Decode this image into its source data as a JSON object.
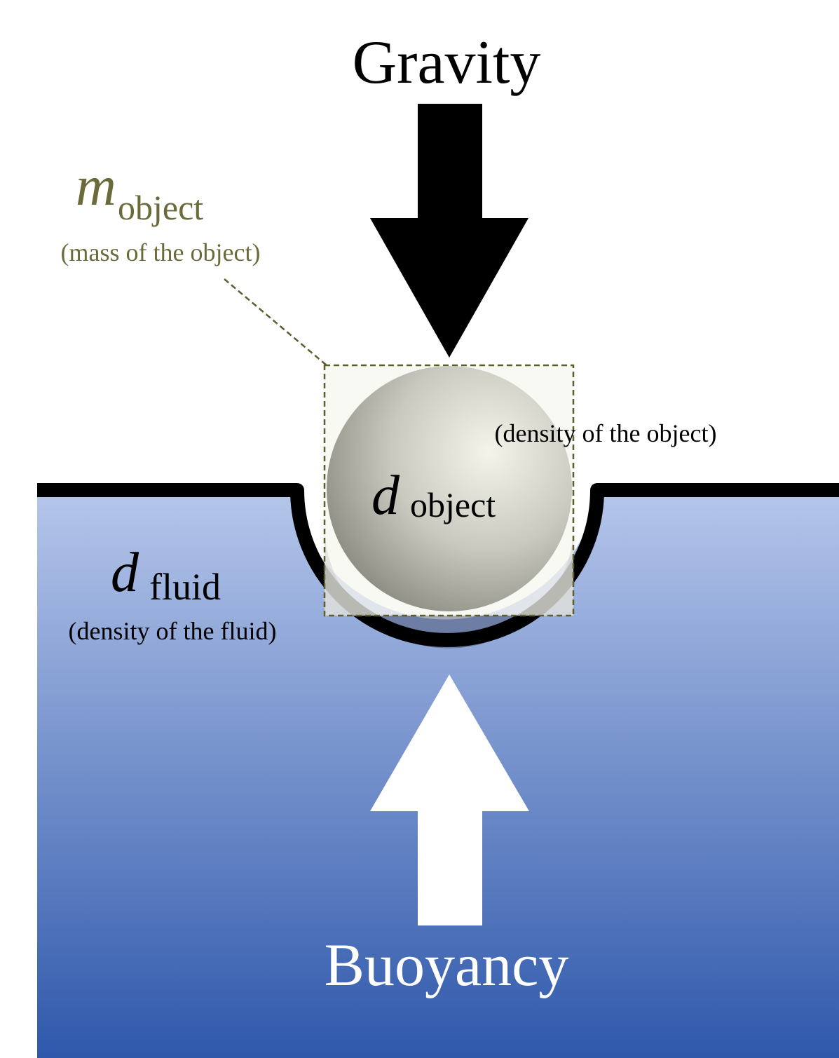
{
  "labels": {
    "gravity": "Gravity",
    "buoyancy": "Buoyancy",
    "mass_symbol": "m",
    "mass_subscript": "object",
    "mass_caption": "(mass of the object)",
    "object_density_symbol": "d",
    "object_density_subscript": "object",
    "object_density_caption": "(density of the object)",
    "fluid_density_symbol": "d",
    "fluid_density_subscript": "fluid",
    "fluid_density_caption": "(density of the fluid)"
  },
  "colors": {
    "fluid_top": "#b5c6ea",
    "fluid_bottom": "#2f58ab",
    "mass_label": "#6b6a3a",
    "outline": "#000000",
    "mass_box_fill": "#f7f7ef",
    "sphere_light": "#f4f4ea",
    "sphere_dark": "#8f8f86"
  },
  "icons": {
    "gravity_arrow": "down-arrow-icon",
    "buoyancy_arrow": "up-arrow-icon"
  }
}
